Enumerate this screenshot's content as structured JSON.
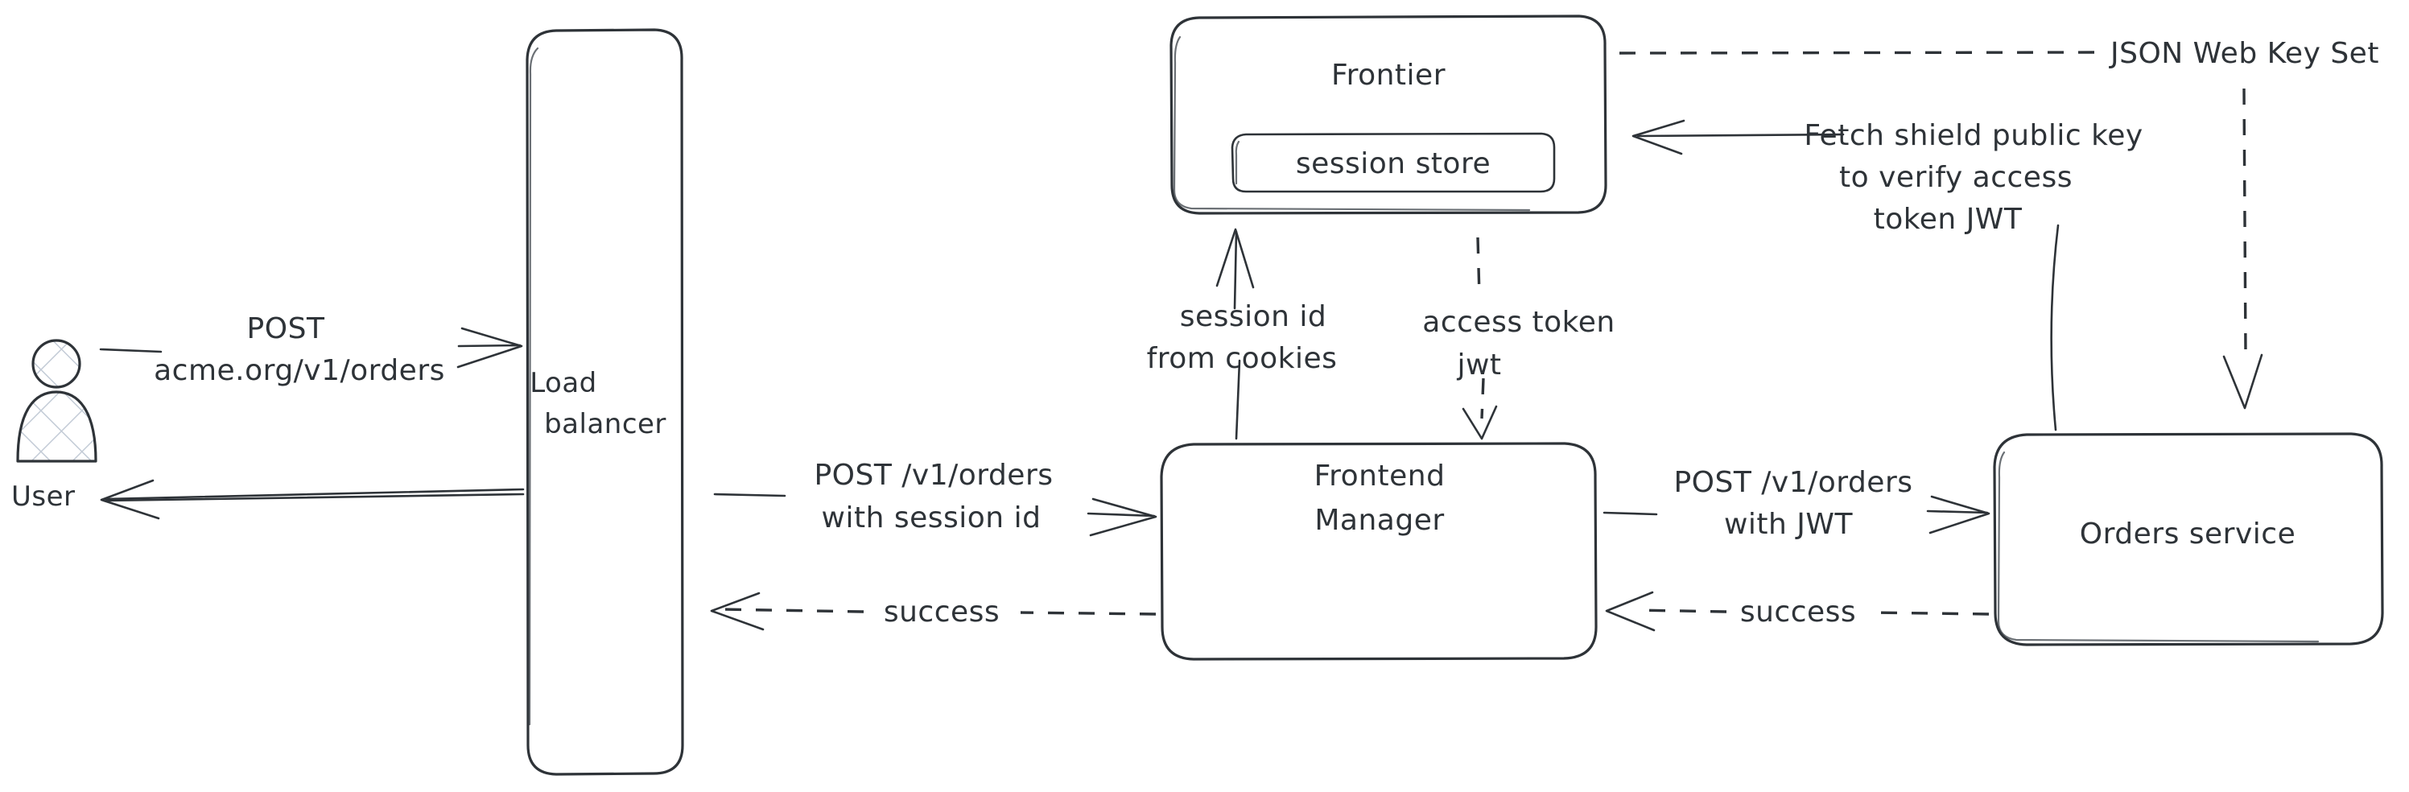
{
  "diagram": {
    "title": "Authentication request flow",
    "style": "hand-drawn",
    "stroke_color": "#2e3338",
    "background_color": "#ffffff",
    "hatch_color": "#c3cbd6",
    "nodes": [
      {
        "id": "user",
        "label": "User",
        "shape": "actor"
      },
      {
        "id": "load_balancer",
        "label_line1": "Load",
        "label_line2": "balancer",
        "shape": "rounded-rect-tall"
      },
      {
        "id": "frontier",
        "label": "Frontier",
        "shape": "rounded-rect"
      },
      {
        "id": "session_store",
        "label": "session store",
        "shape": "rounded-rect-inner"
      },
      {
        "id": "frontend_manager",
        "label_line1": "Frontend",
        "label_line2": "Manager",
        "shape": "rounded-rect"
      },
      {
        "id": "orders_service",
        "label": "Orders service",
        "shape": "rounded-rect"
      }
    ],
    "edges": [
      {
        "id": "user-to-lb",
        "from": "user",
        "to": "load_balancer",
        "line": "solid",
        "direction": "right",
        "label_line1": "POST",
        "label_line2": "acme.org/v1/orders"
      },
      {
        "id": "lb-to-user",
        "from": "load_balancer",
        "to": "user",
        "line": "solid",
        "direction": "left",
        "label_line1": "",
        "label_line2": ""
      },
      {
        "id": "lb-to-fm",
        "from": "load_balancer",
        "to": "frontend_manager",
        "line": "solid",
        "direction": "right",
        "label_line1": "POST /v1/orders",
        "label_line2": "with session id"
      },
      {
        "id": "fm-to-lb",
        "from": "frontend_manager",
        "to": "load_balancer",
        "line": "dashed",
        "direction": "left",
        "label_line1": "success",
        "label_line2": ""
      },
      {
        "id": "fm-to-orders",
        "from": "frontend_manager",
        "to": "orders_service",
        "line": "solid",
        "direction": "right",
        "label_line1": "POST /v1/orders",
        "label_line2": "with JWT"
      },
      {
        "id": "orders-to-fm",
        "from": "orders_service",
        "to": "frontend_manager",
        "line": "dashed",
        "direction": "left",
        "label_line1": "success",
        "label_line2": ""
      },
      {
        "id": "fm-to-frontier",
        "from": "frontend_manager",
        "to": "frontier",
        "line": "solid",
        "direction": "up",
        "label_line1": "session id",
        "label_line2": "from cookies"
      },
      {
        "id": "frontier-to-fm",
        "from": "frontier",
        "to": "frontend_manager",
        "line": "dashed",
        "direction": "down",
        "label_line1": "access token",
        "label_line2": "jwt"
      },
      {
        "id": "orders-to-frontier",
        "from": "orders_service",
        "to": "frontier",
        "line": "solid",
        "direction": "left",
        "label_line1": "Fetch shield public key",
        "label_line2": "to verify access",
        "label_line3": "token JWT"
      },
      {
        "id": "frontier-jwks",
        "from": "frontier",
        "to": "orders_service",
        "line": "dashed",
        "direction": "right-then-down",
        "label_line1": "JSON Web Key Set"
      }
    ]
  }
}
